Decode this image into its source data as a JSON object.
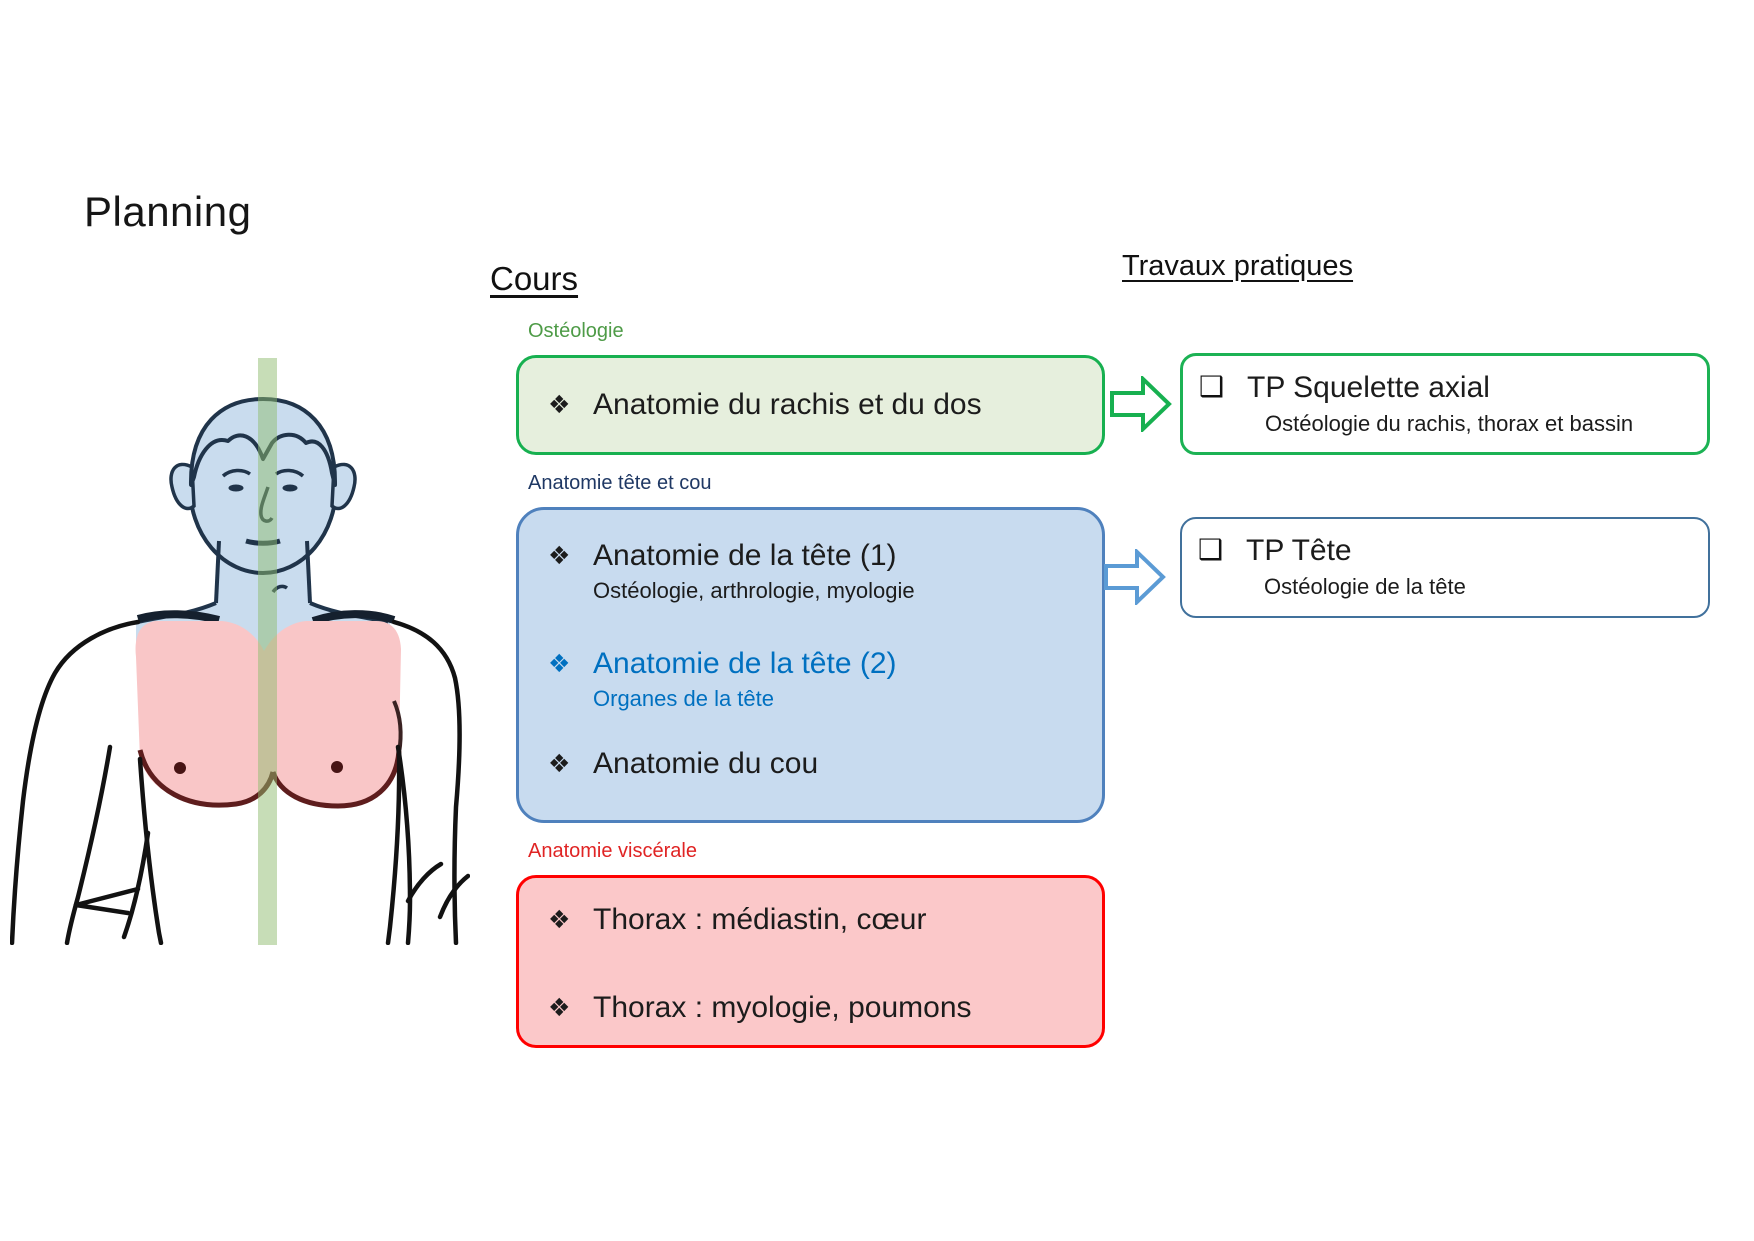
{
  "title": "Planning",
  "headings": {
    "courses": "Cours",
    "practicals": "Travaux pratiques"
  },
  "course_groups": [
    {
      "label": "Ostéologie",
      "items": [
        {
          "bullet": "❖",
          "text": "Anatomie du rachis et du dos"
        }
      ]
    },
    {
      "label": "Anatomie tête et cou",
      "items": [
        {
          "bullet": "❖",
          "text": "Anatomie de la tête (1)",
          "subtext": "Ostéologie, arthrologie, myologie"
        },
        {
          "bullet": "❖",
          "text": "Anatomie de la tête (2)",
          "subtext": "Organes de la tête"
        },
        {
          "bullet": "❖",
          "text": "Anatomie du cou"
        }
      ]
    },
    {
      "label": "Anatomie viscérale",
      "items": [
        {
          "bullet": "❖",
          "text": "Thorax : médiastin, cœur"
        },
        {
          "bullet": "❖",
          "text": "Thorax : myologie, poumons"
        }
      ]
    }
  ],
  "tp_boxes": [
    {
      "checkbox": "❑",
      "title": "TP Squelette axial",
      "subtitle": "Ostéologie du rachis, thorax et bassin"
    },
    {
      "checkbox": "❑",
      "title": "TP Tête",
      "subtitle": "Ostéologie de la tête"
    }
  ],
  "icons": {
    "green_arrow": "right-block-arrow",
    "blue_arrow": "right-block-arrow",
    "figure": "human-torso-front-highlighted-head-neck-and-thorax"
  },
  "colors": {
    "green_border": "#17b050",
    "green_fill": "#e6efdd",
    "green_label": "#4e9b47",
    "blue_border": "#4f81bd",
    "blue_fill": "#c8dbef",
    "navy_label": "#1f3864",
    "blue_item_text": "#0070c0",
    "red_border": "#ff0000",
    "red_fill": "#fbc8c9",
    "red_label": "#e02424",
    "tp_navy_border": "#41719c",
    "arrow_green": "#17b050",
    "arrow_blue": "#5b9bd5",
    "figure_skin_head": "#c9dcee",
    "figure_chest": "#f9c6c7",
    "figure_stripe": "#8fbc6f"
  }
}
